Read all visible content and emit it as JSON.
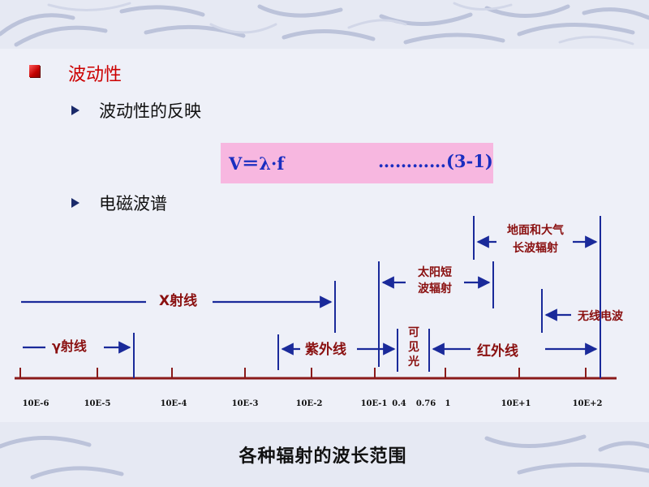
{
  "heading": "波动性",
  "sub_items": [
    "波动性的反映",
    "电磁波谱"
  ],
  "formula": {
    "expr": "V＝λ·f",
    "ref": "…………(3-1)"
  },
  "axis": {
    "ticks": [
      "10E-6",
      "10E-5",
      "10E-4",
      "10E-3",
      "10E-2",
      "10E-1",
      "0.4",
      "0.76",
      "1",
      "10E+1",
      "10E+2"
    ]
  },
  "bands": {
    "gamma": "γ射线",
    "xray": "X射线",
    "uv": "紫外线",
    "visible": "可见光",
    "ir": "红外线",
    "solar": "太阳短\n波辐射",
    "earth": "地面和大气\n长波辐射",
    "radio": "无线电波"
  },
  "caption": "各种辐射的波长范围",
  "colors": {
    "accent": "#cc0000",
    "formula_bg": "#f7b7e0",
    "formula_text": "#1a2ec0",
    "arrow": "#1a2a9a"
  }
}
